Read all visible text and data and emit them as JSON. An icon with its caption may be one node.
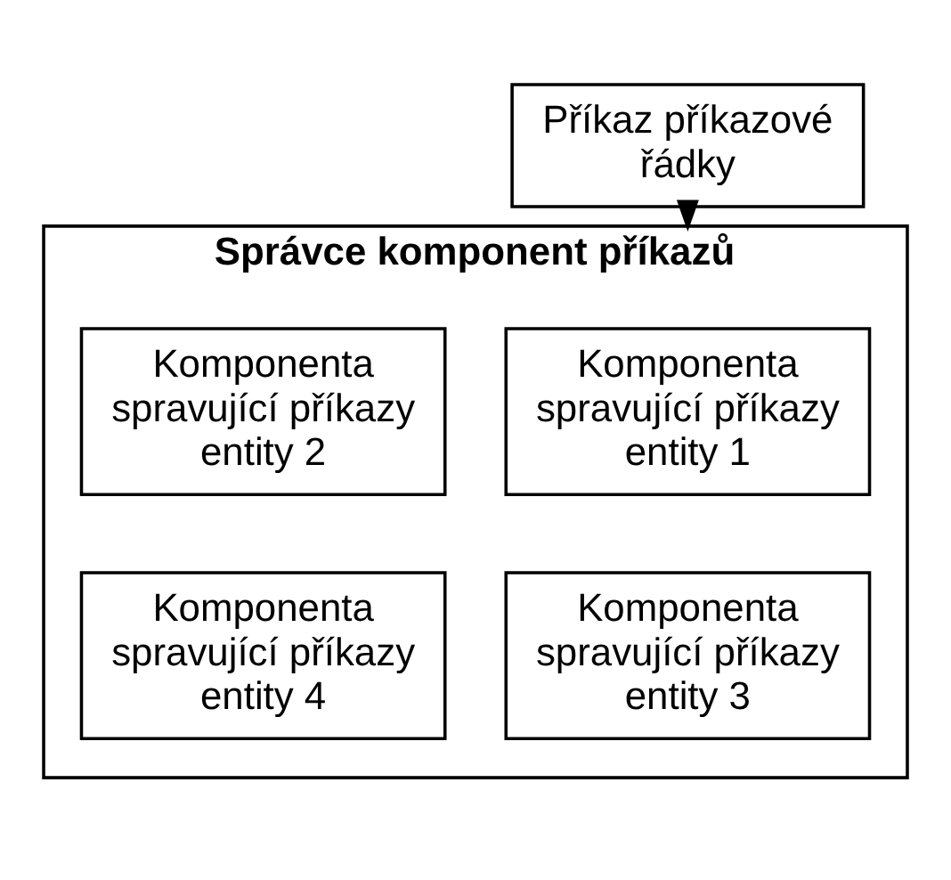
{
  "diagram": {
    "nodes": [
      {
        "text": [
          "Příkaz příkazové řádky"
        ]
      },
      {
        "text": [
          "Správce komponent příkazů"
        ]
      },
      {
        "text": [
          "Komponenta spravující příkazy entity 1"
        ],
        "in": 1
      },
      {
        "text": [
          "Komponenta spravující příkazy entity 2"
        ],
        "in": 1
      },
      {
        "text": [
          "Komponenta spravující příkazy entity 3"
        ],
        "in": 1
      },
      {
        "text": [
          "Komponenta spravující příkazy entity 4"
        ],
        "in": 1
      }
    ],
    "edges": [
      {
        "from": 0,
        "to": 1,
        "arrow": "to"
      }
    ]
  }
}
